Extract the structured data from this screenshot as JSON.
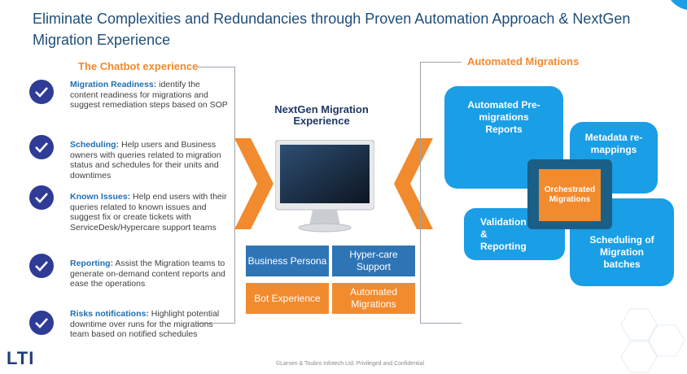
{
  "title": "Eliminate Complexities and Redundancies through Proven Automation Approach & NextGen Migration Experience",
  "chatbot": {
    "heading": "The Chatbot experience",
    "items": [
      {
        "title": "Migration Readiness:",
        "text": " identify the content readiness for migrations and suggest remediation steps based on SOP",
        "icon": "check-icon"
      },
      {
        "title": "Scheduling:",
        "text": " Help users and Business owners with queries related to migration status and schedules for their units and downtimes",
        "icon": "check-icon"
      },
      {
        "title": "Known Issues:",
        "text": " Help end users with their queries related to known issues and suggest fix or create tickets with ServiceDesk/Hypercare support teams",
        "icon": "check-icon"
      },
      {
        "title": "Reporting:",
        "text": " Assist the Migration teams to generate on-demand content reports and ease the operations",
        "icon": "check-icon"
      },
      {
        "title": "Risks notifications:",
        "text": " Highlight potential downtime over runs for the migrations team based on notified schedules",
        "icon": "check-icon"
      }
    ]
  },
  "center": {
    "title": "NextGen Migration Experience",
    "tiles": [
      "Business Persona",
      "Hyper-care Support",
      "Bot Experience",
      "Automated Migrations"
    ]
  },
  "automated": {
    "heading": "Automated Migrations",
    "boxes": [
      "Automated Pre-migrations Reports",
      "Metadata re-mappings",
      "Validation & Reporting",
      "Scheduling of Migration batches"
    ],
    "center": "Orchestrated Migrations"
  },
  "logo": "LTI",
  "footer": "©Larsen & Toubro Infotech Ltd. Privileged and Confidential",
  "colors": {
    "accent_orange": "#f28a2e",
    "primary_blue": "#1f4e79",
    "box_blue": "#1a9ee6",
    "check_navy": "#2f3c96"
  }
}
